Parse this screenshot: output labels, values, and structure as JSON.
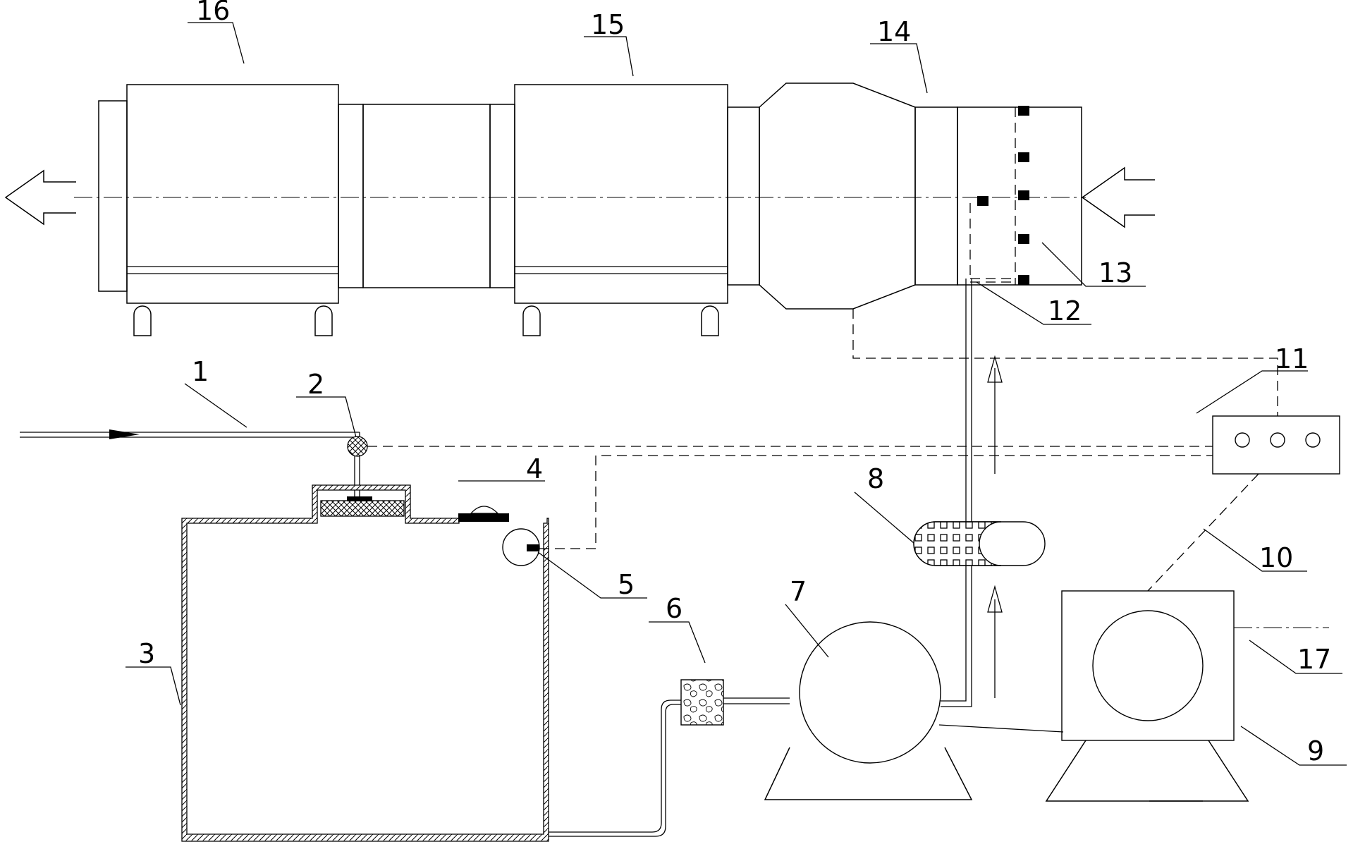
{
  "labels": {
    "l1": "1",
    "l2": "2",
    "l3": "3",
    "l4": "4",
    "l5": "5",
    "l6": "6",
    "l7": "7",
    "l8": "8",
    "l9": "9",
    "l10": "10",
    "l11": "11",
    "l12": "12",
    "l13": "13",
    "l14": "14",
    "l15": "15",
    "l16": "16",
    "l17": "17"
  },
  "colors": {
    "line": "#000000",
    "background": "#ffffff"
  }
}
